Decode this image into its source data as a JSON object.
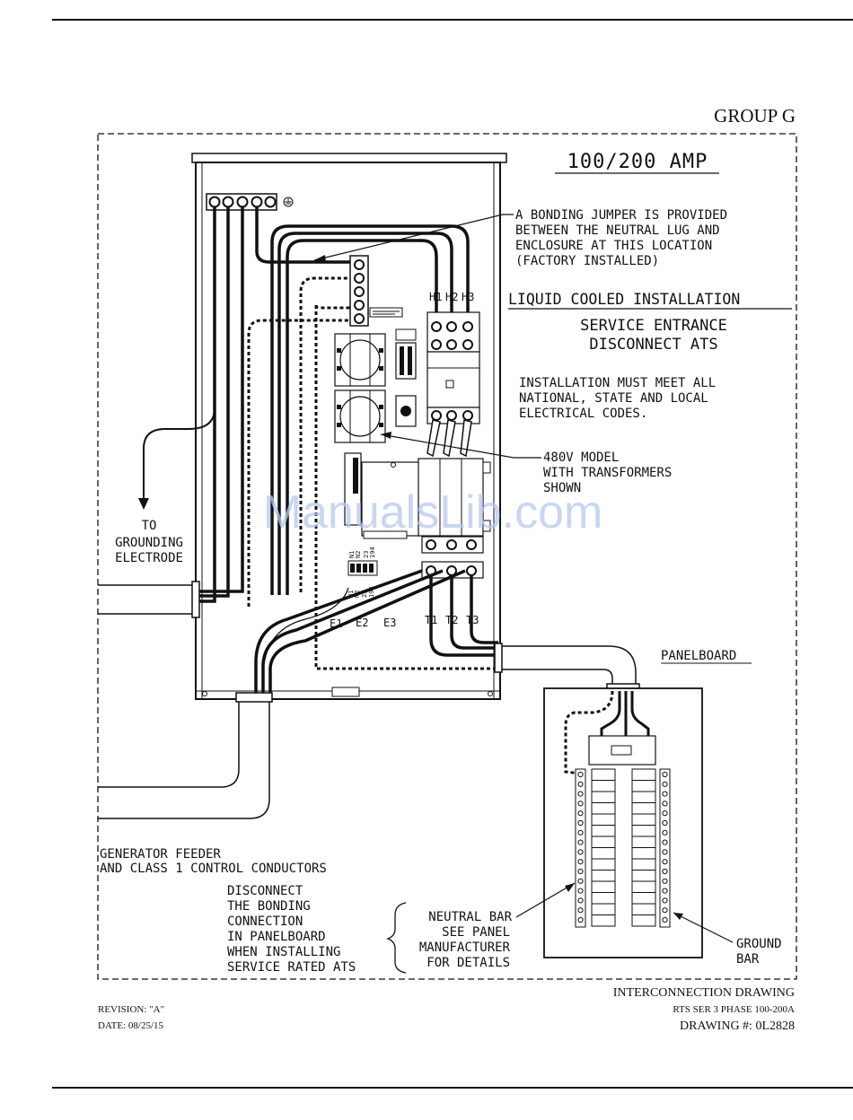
{
  "header": {
    "group": "GROUP G"
  },
  "title": "100/200 AMP",
  "notes": {
    "bonding": [
      "A BONDING JUMPER IS PROVIDED",
      "BETWEEN THE NEUTRAL LUG AND",
      "ENCLOSURE AT THIS LOCATION",
      "(FACTORY INSTALLED)"
    ],
    "installation_type": "LIQUID COOLED INSTALLATION",
    "service_entrance": [
      "SERVICE ENTRANCE",
      "DISCONNECT ATS"
    ],
    "codes": [
      "INSTALLATION MUST MEET ALL",
      "NATIONAL, STATE AND LOCAL",
      "ELECTRICAL CODES."
    ],
    "model": [
      "480V MODEL",
      "WITH TRANSFORMERS",
      "SHOWN"
    ],
    "grounding": [
      "TO",
      "GROUNDING",
      "ELECTRODE"
    ],
    "feeder": [
      "GENERATOR FEEDER",
      "AND CLASS 1 CONTROL CONDUCTORS"
    ],
    "disconnect": [
      "DISCONNECT",
      "THE BONDING",
      "CONNECTION",
      "IN PANELBOARD",
      "WHEN INSTALLING",
      "SERVICE RATED ATS"
    ],
    "neutral_bar": [
      "NEUTRAL BAR",
      "SEE PANEL",
      "MANUFACTURER",
      "FOR DETAILS"
    ],
    "ground_bar": [
      "GROUND",
      "BAR"
    ],
    "panelboard": "PANELBOARD"
  },
  "terminals": {
    "utility": [
      "H1",
      "H2",
      "H3"
    ],
    "emergency": [
      "E1",
      "E2",
      "E3"
    ],
    "load": [
      "T1",
      "T2",
      "T3"
    ],
    "control": [
      "N1",
      "N2",
      "23",
      "194"
    ]
  },
  "watermark": "ManualsLib.com",
  "footer": {
    "revision": "REVISION: \"A\"",
    "date": "DATE: 08/25/15",
    "drawing_title": "INTERCONNECTION DRAWING",
    "model": "RTS SER 3 PHASE 100-200A",
    "drawing_number": "DRAWING #: 0L2828"
  }
}
